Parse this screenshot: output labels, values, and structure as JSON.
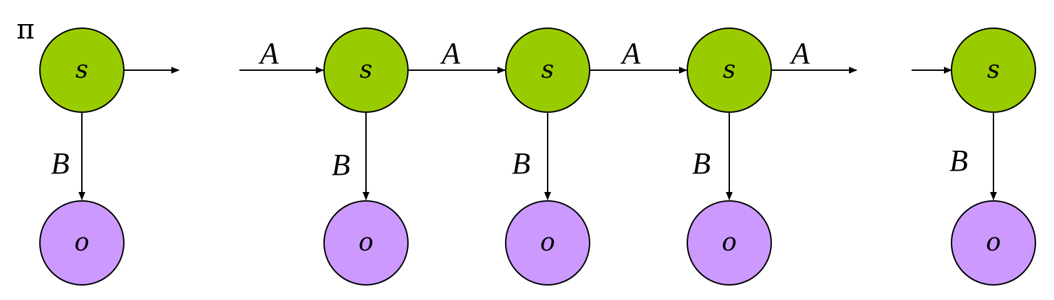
{
  "diagram": {
    "initial_label": "π",
    "hidden_state_label": "s",
    "observation_label": "o",
    "transition_label": "A",
    "emission_label": "B",
    "colors": {
      "hidden_state_fill": "#99CC00",
      "observation_fill": "#CC99FF",
      "stroke": "#000000",
      "background": "#FFFFFF"
    }
  }
}
